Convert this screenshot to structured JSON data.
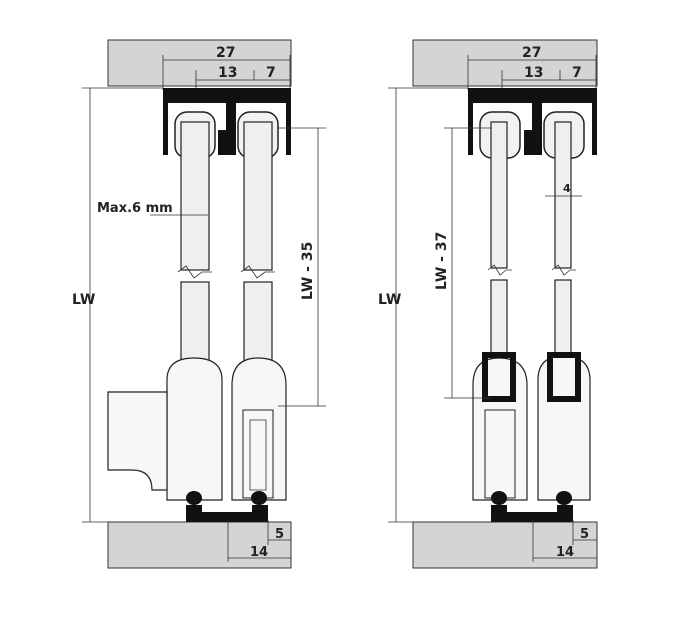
{
  "left": {
    "dim_total": "27",
    "dim_mid": "13",
    "dim_small": "7",
    "max_label": "Max.6 mm",
    "height_label": "LW",
    "inner_label": "LW - 35",
    "floor_dim_small": "5",
    "floor_dim_large": "14"
  },
  "right": {
    "dim_total": "27",
    "dim_mid": "13",
    "dim_small": "7",
    "thickness_label": "4",
    "height_label": "LW",
    "inner_label": "LW - 37",
    "floor_dim_small": "5",
    "floor_dim_large": "14"
  },
  "colors": {
    "slab": "#d4d4d4",
    "profile": "#111111",
    "panel": "#efefef",
    "line": "#333333"
  }
}
